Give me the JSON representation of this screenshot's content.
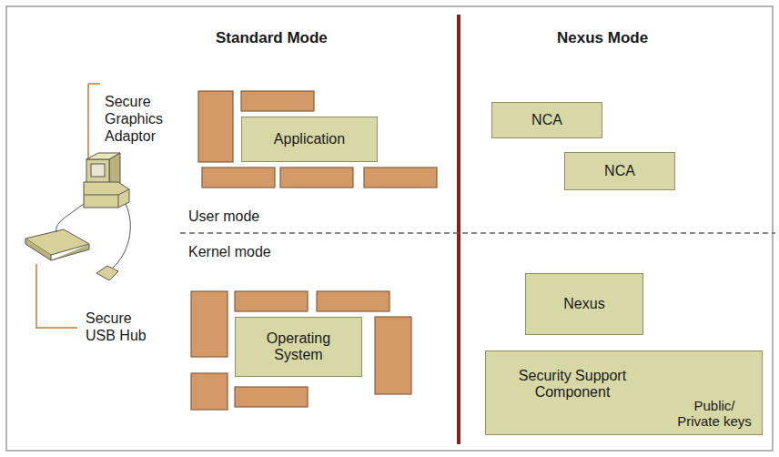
{
  "diagram": {
    "nodes": [
      {
        "text": [
          "Application"
        ]
      },
      {
        "text": [
          "Operating System"
        ]
      },
      {
        "text": [
          "NCA"
        ]
      },
      {
        "text": [
          "NCA"
        ]
      },
      {
        "text": [
          "Nexus"
        ]
      },
      {
        "text": [
          "Security Support Component",
          "Public/ Private keys"
        ]
      }
    ],
    "labels": [
      "Standard Mode",
      "Nexus Mode",
      "User mode",
      "Kernel mode",
      "Secure Graphics Adaptor",
      "Secure USB Hub"
    ]
  }
}
